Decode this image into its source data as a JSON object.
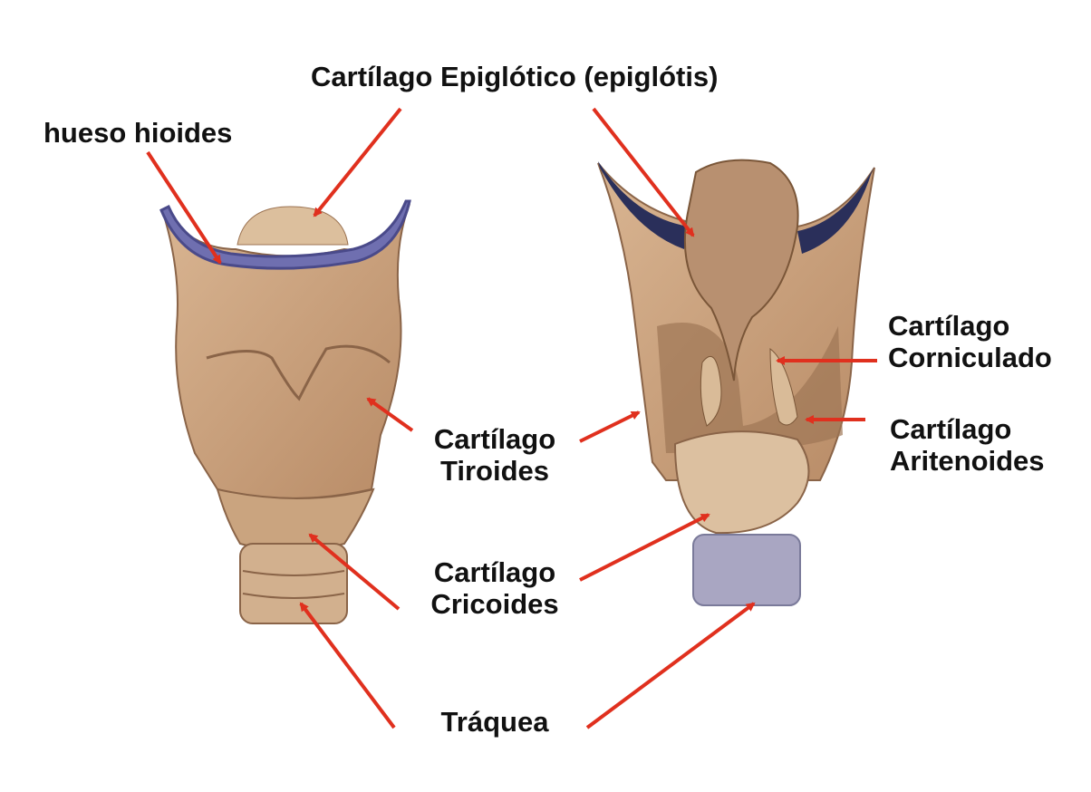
{
  "labels": {
    "epiglottis": "Cartílago Epiglótico (epiglótis)",
    "hyoid": "hueso hioides",
    "thyroid": [
      "Cartílago",
      "Tiroides"
    ],
    "cricoid": [
      "Cartílago",
      "Cricoides"
    ],
    "trachea": "Tráquea",
    "corniculate": [
      "Cartílago",
      "Corniculado"
    ],
    "arytenoid": [
      "Cartílago",
      "Aritenoides"
    ]
  },
  "colors": {
    "arrow": "#e0301e",
    "cartilage": "#c9a07c",
    "hyoid": "#6f6fb0"
  }
}
